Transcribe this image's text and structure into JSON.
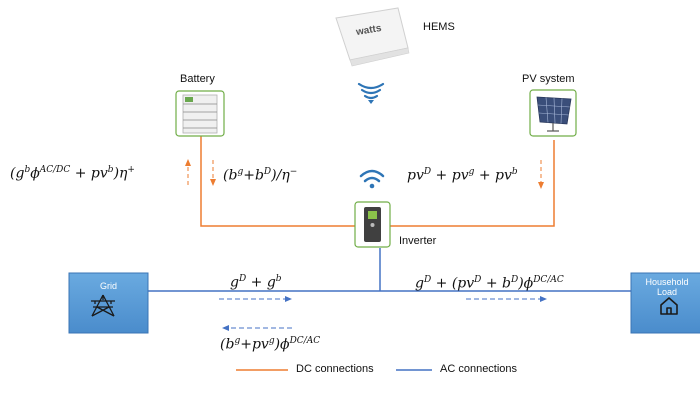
{
  "hems": {
    "device_text": "watts",
    "label": "HEMS"
  },
  "battery": {
    "label": "Battery"
  },
  "pv": {
    "label": "PV system"
  },
  "inverter": {
    "label": "Inverter"
  },
  "grid": {
    "label": "Grid"
  },
  "load": {
    "label_line1": "Household",
    "label_line2": "Load"
  },
  "legend": {
    "dc": "DC connections",
    "ac": "AC connections"
  },
  "colors": {
    "dc": "#ED7D31",
    "ac": "#4472C4",
    "box": "#5B9BD5"
  }
}
